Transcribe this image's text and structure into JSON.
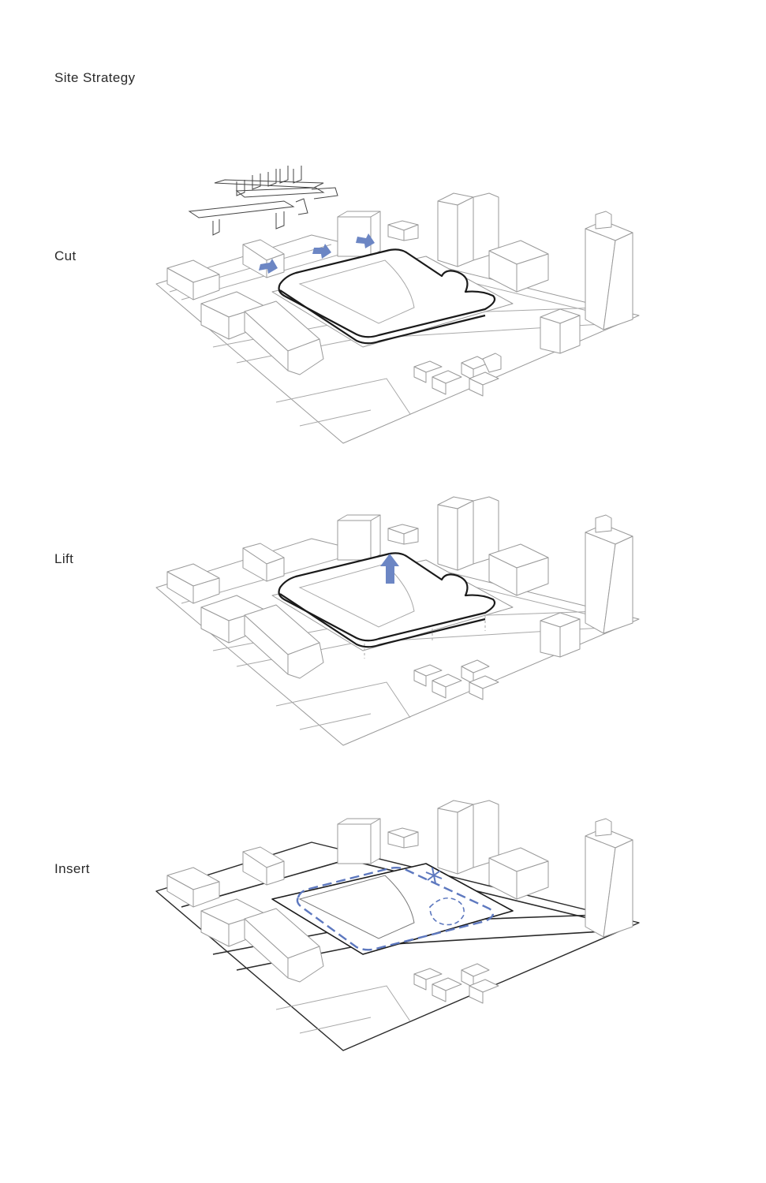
{
  "diagram": {
    "title": "Site Strategy",
    "steps": [
      {
        "label": "Cut"
      },
      {
        "label": "Lift"
      },
      {
        "label": "Insert"
      }
    ]
  },
  "colors": {
    "accent_blue": "#6c86c4",
    "line_dark": "#1a1a1a",
    "line_light": "#9a9a9a"
  }
}
